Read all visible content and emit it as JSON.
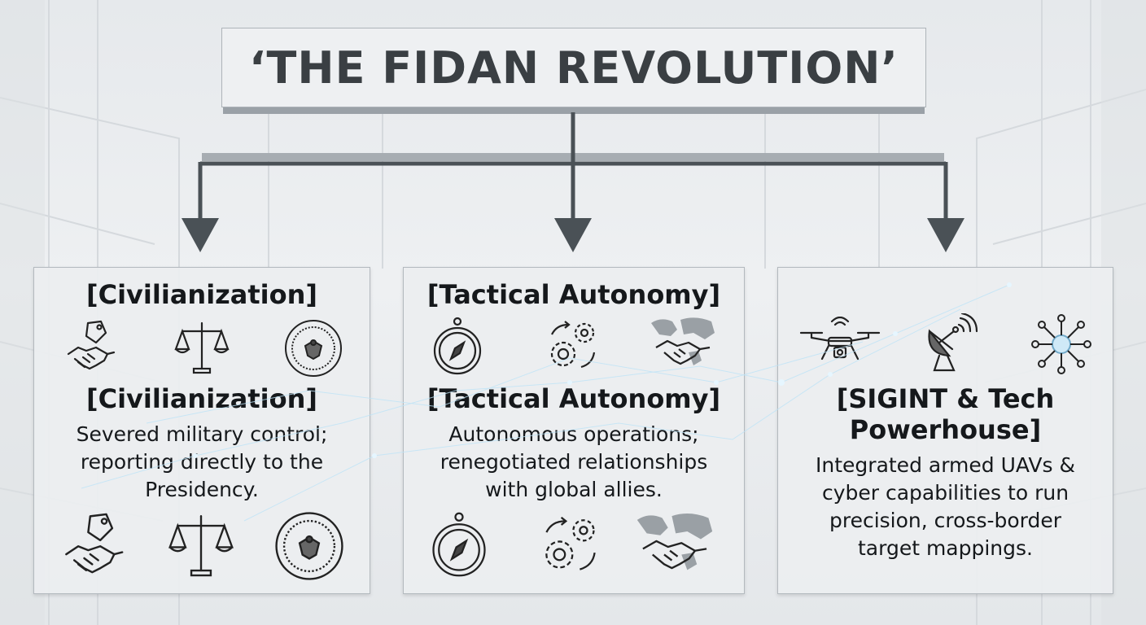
{
  "title": "‘THE FIDAN REVOLUTION’",
  "panels": [
    {
      "heading_top": "[Civilianization]",
      "heading_bottom": "[Civilianization]",
      "description": [
        "Severed military control;",
        "reporting directly to the",
        "Presidency."
      ],
      "icons": [
        "handshake-tag-icon",
        "scales-of-justice-icon",
        "presidential-seal-icon"
      ]
    },
    {
      "heading_top": "[Tactical Autonomy]",
      "heading_bottom": "[Tactical Autonomy]",
      "description": [
        "Autonomous operations;",
        "renegotiated relationships",
        "with global allies."
      ],
      "icons": [
        "compass-icon",
        "gears-icon",
        "world-map-handshake-icon"
      ]
    },
    {
      "heading": [
        "[SIGINT & Tech",
        "Powerhouse]"
      ],
      "description": [
        "Integrated armed UAVs &",
        "cyber capabilities to run",
        "precision, cross-border",
        "target mappings."
      ],
      "icons": [
        "drone-icon",
        "satellite-dish-icon",
        "network-hub-icon"
      ]
    }
  ],
  "colors": {
    "connector": "#4a5156",
    "connector_shadow": "#a7adb2",
    "card_border": "#b3b9be",
    "network_glow": "#bfe4f7"
  }
}
